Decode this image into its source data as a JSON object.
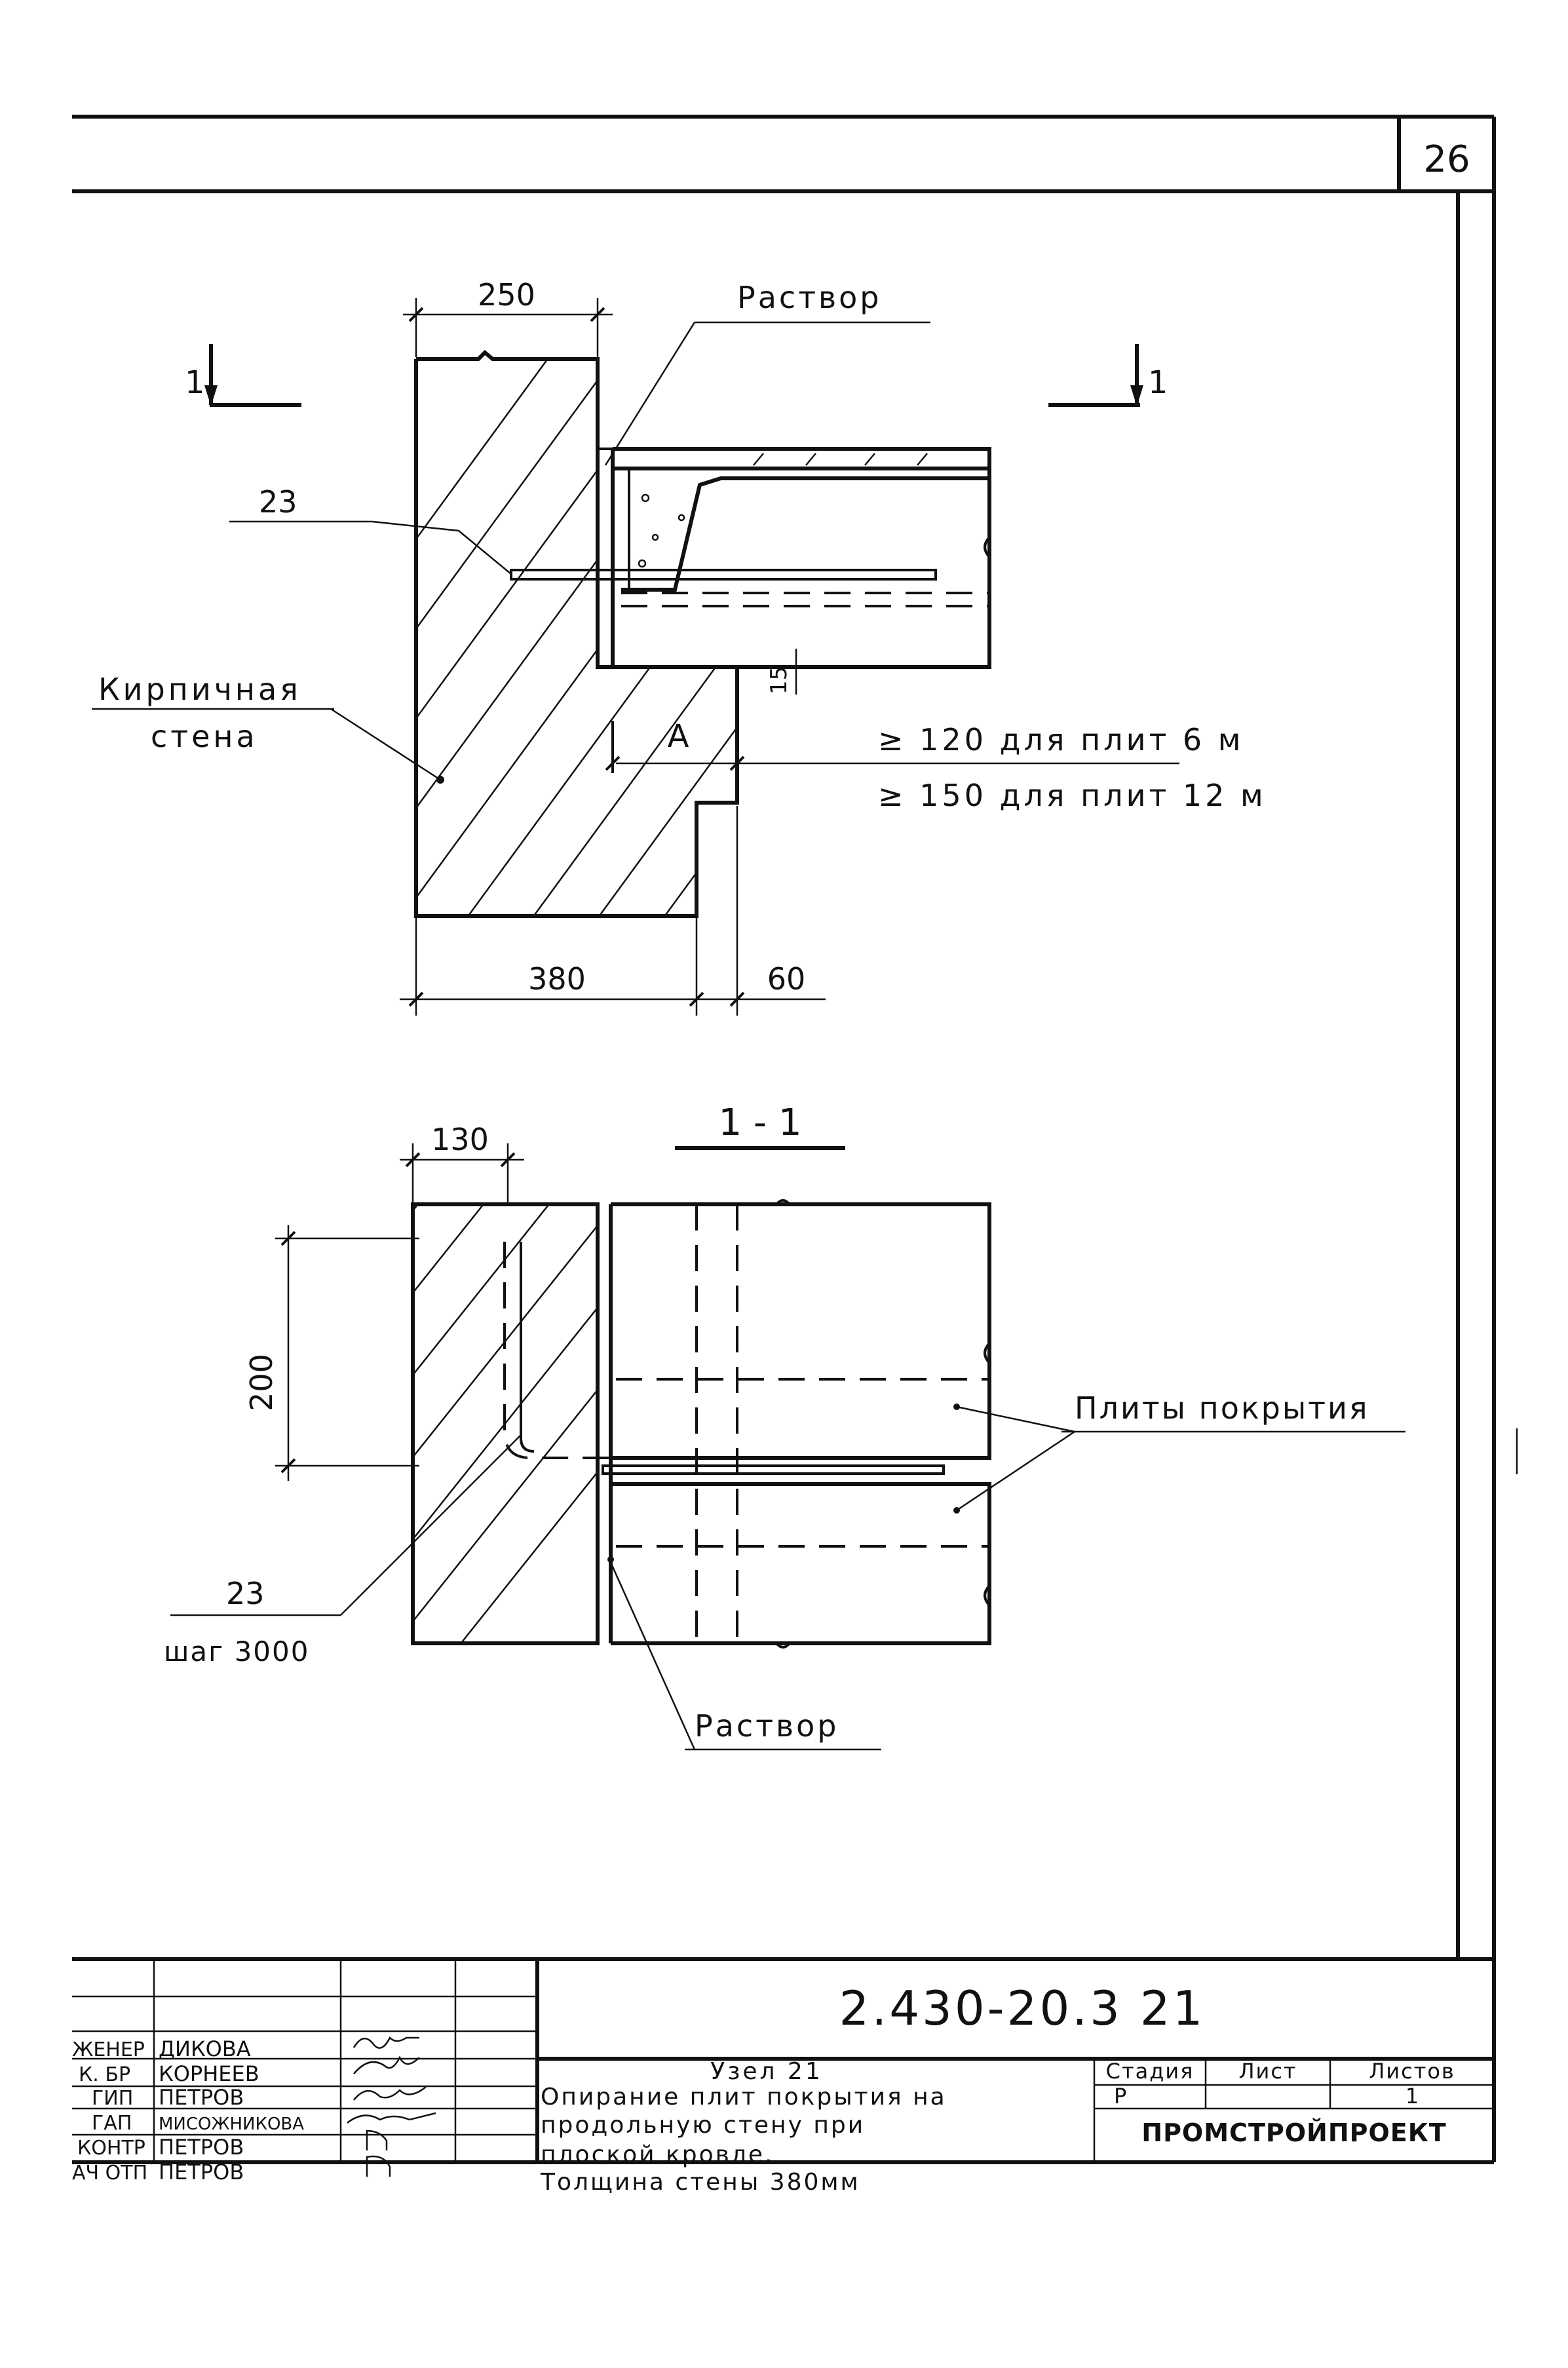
{
  "sheet_number": "26",
  "detail_top": {
    "dim_250": "250",
    "label_mortar": "Раствор",
    "section_mark_left": "1",
    "section_mark_right": "1",
    "callout_23": "23",
    "label_brick_wall_line1": "Кирпичная",
    "label_brick_wall_line2": "стена",
    "dim_15": "15",
    "label_A": "А",
    "note_120": "≥ 120 для плит 6 м",
    "note_150": "≥ 150 для плит 12 м",
    "dim_380": "380",
    "dim_60": "60"
  },
  "detail_section": {
    "title": "1 - 1",
    "dim_130": "130",
    "dim_200": "200",
    "label_slabs": "Плиты покрытия",
    "callout_23": "23",
    "step_note": "шаг 3000",
    "label_mortar": "Раствор"
  },
  "title_block": {
    "document_code": "2.430-20.3  21",
    "roles": [
      "ЖЕНЕР",
      "К. БР",
      "ГИП",
      "ГАП",
      "КОНТР",
      "АЧ ОТП"
    ],
    "names": [
      "ДИКОВА",
      "КОРНЕЕВ",
      "ПЕТРОВ",
      "МИСОЖНИКОВА",
      "ПЕТРОВ",
      "ПЕТРОВ"
    ],
    "node_title": "Узел 21",
    "description_lines": [
      "Опирание плит покрытия на",
      "продольную стену   при",
      "плоской   кровле.",
      "Толщина  стены  380мм"
    ],
    "stage_header": "Стадия",
    "sheet_header": "Лист",
    "sheets_header": "Листов",
    "stage_value": "Р",
    "sheet_value": "",
    "sheets_value": "1",
    "organization": "ПРОМСТРОЙПРОЕКТ"
  }
}
